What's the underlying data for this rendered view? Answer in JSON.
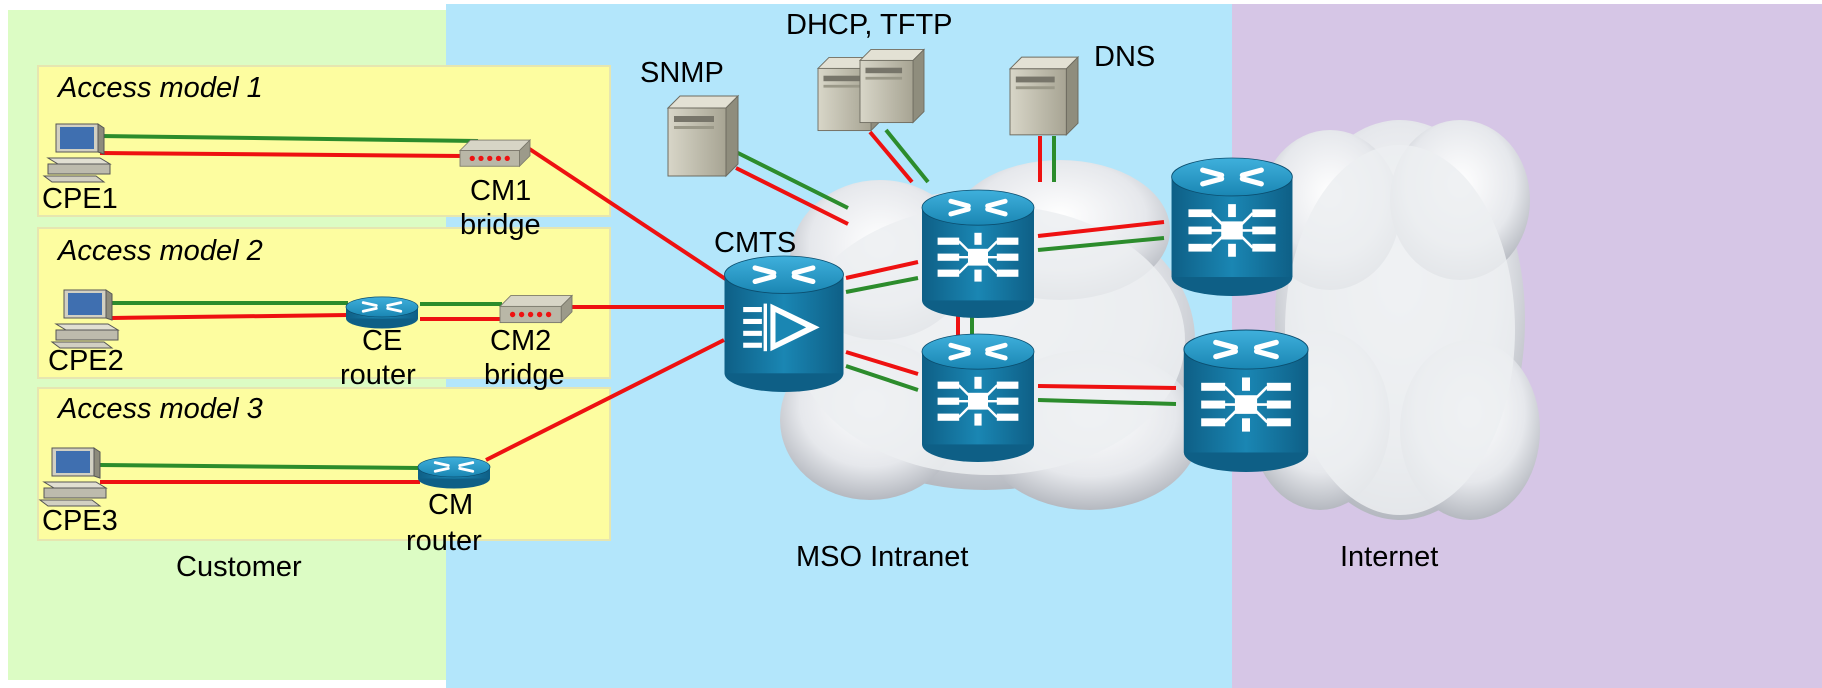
{
  "zones": {
    "customer": "Customer",
    "intranet": "MSO Intranet",
    "internet": "Internet"
  },
  "access_models": {
    "model1": "Access model 1",
    "model2": "Access model 2",
    "model3": "Access model 3"
  },
  "nodes": {
    "cpe1": "CPE1",
    "cpe2": "CPE2",
    "cpe3": "CPE3",
    "cm1_line1": "CM1",
    "cm1_line2": "bridge",
    "cm2_line1": "CM2",
    "cm2_line2": "bridge",
    "ce_line1": "CE",
    "ce_line2": "router",
    "cm_line1": "CM",
    "cm_line2": "router",
    "cmts": "CMTS",
    "snmp": "SNMP",
    "dhcp_tftp": "DHCP, TFTP",
    "dns": "DNS"
  },
  "colors": {
    "customer_bg": "#dcfcc4",
    "access_box": "#fdfda0",
    "intranet_bg": "#b3e6fb",
    "internet_bg": "#d6c6e6",
    "red_link": "#ee1111",
    "green_link": "#2c8c2c",
    "router_blue": "#1a86b3",
    "server_gray": "#c9c6b4"
  }
}
